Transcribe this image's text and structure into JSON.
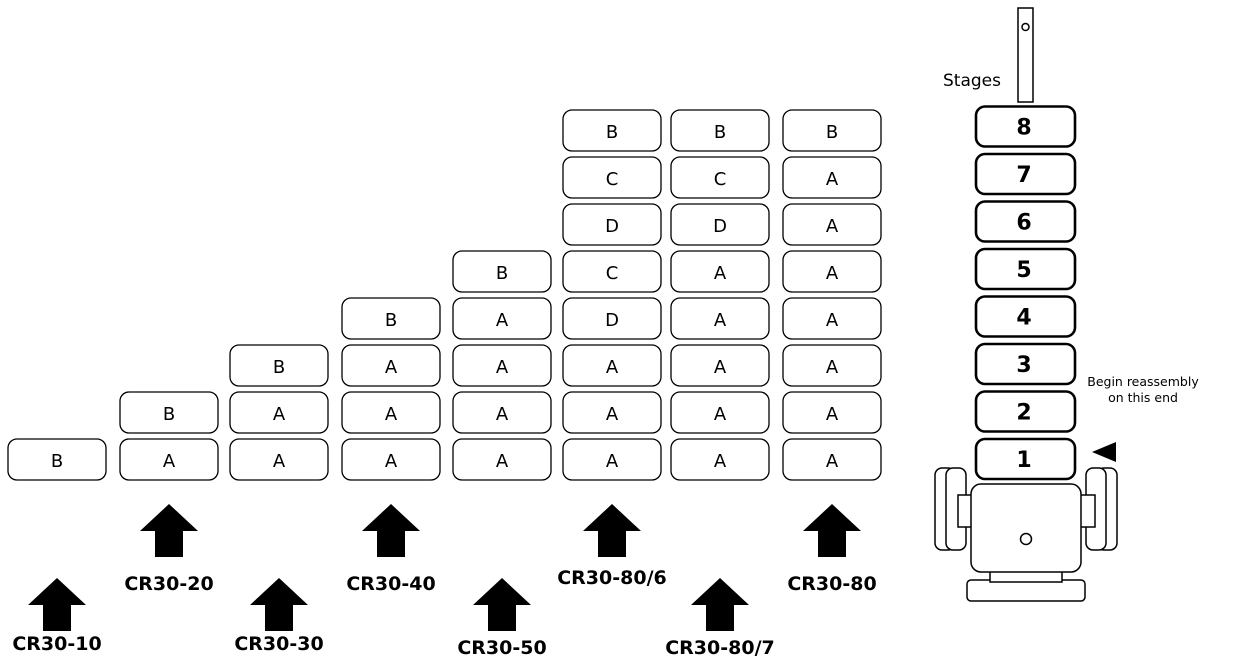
{
  "models": [
    {
      "label": "CR30-10",
      "stages": [
        "B"
      ]
    },
    {
      "label": "CR30-20",
      "stages": [
        "A",
        "B"
      ]
    },
    {
      "label": "CR30-30",
      "stages": [
        "A",
        "A",
        "B"
      ]
    },
    {
      "label": "CR30-40",
      "stages": [
        "A",
        "A",
        "A",
        "B"
      ]
    },
    {
      "label": "CR30-50",
      "stages": [
        "A",
        "A",
        "A",
        "A",
        "B"
      ]
    },
    {
      "label": "CR30-80/6",
      "stages": [
        "A",
        "A",
        "A",
        "D",
        "C",
        "D",
        "C",
        "B"
      ]
    },
    {
      "label": "CR30-80/7",
      "stages": [
        "A",
        "A",
        "A",
        "A",
        "A",
        "D",
        "C",
        "B"
      ]
    },
    {
      "label": "CR30-80",
      "stages": [
        "A",
        "A",
        "A",
        "A",
        "A",
        "A",
        "A",
        "B"
      ]
    }
  ],
  "pump": {
    "stages_label": "Stages",
    "stage_numbers": [
      "1",
      "2",
      "3",
      "4",
      "5",
      "6",
      "7",
      "8"
    ],
    "note_line1": "Begin reassembly",
    "note_line2": "on this end"
  }
}
